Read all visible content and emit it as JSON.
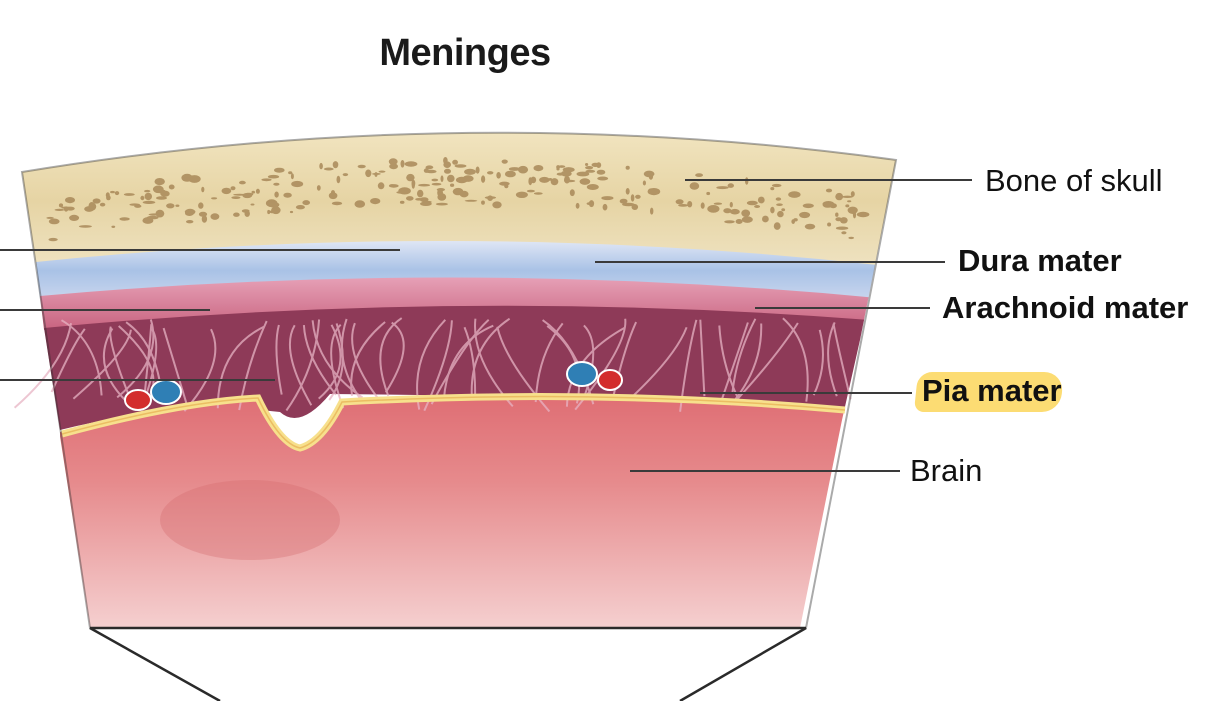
{
  "title": "Meninges",
  "labels": {
    "bone": "Bone of skull",
    "dura": "Dura mater",
    "arachnoid": "Arachnoid mater",
    "pia": "Pia mater",
    "brain": "Brain"
  },
  "colors": {
    "bone": "#e9d9ad",
    "bone_pores": "#a58454",
    "dura": "#b7cde8",
    "arachnoid": "#d9809a",
    "subarachnoid_space": "#8e3a58",
    "trabeculae": "#e7b3c3",
    "pia": "#f7e08c",
    "brain": "#e58a8a",
    "artery": "#d32d2d",
    "vein": "#2f7fb5",
    "highlight": "#fbd65a"
  }
}
